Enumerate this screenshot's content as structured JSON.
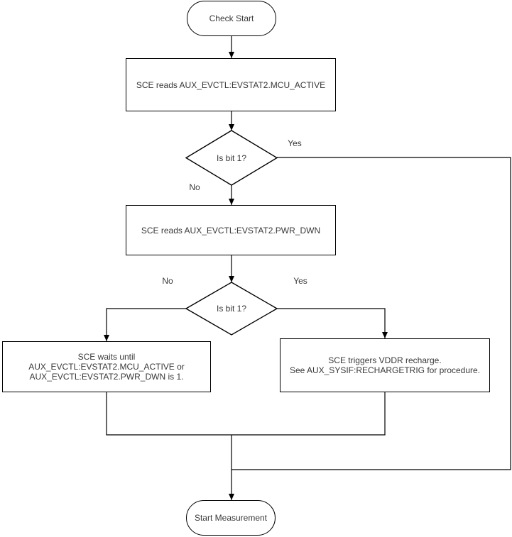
{
  "diagram": {
    "nodes": {
      "start": {
        "label": "Check Start"
      },
      "read_mcu_active": {
        "label": "SCE reads AUX_EVCTL:EVSTAT2.MCU_ACTIVE"
      },
      "is_bit1_first": {
        "label": "Is bit 1?"
      },
      "read_pwr_dwn": {
        "label": "SCE reads AUX_EVCTL:EVSTAT2.PWR_DWN"
      },
      "is_bit1_second": {
        "label": "Is bit 1?"
      },
      "wait": {
        "label": "SCE waits until\nAUX_EVCTL:EVSTAT2.MCU_ACTIVE or\nAUX_EVCTL:EVSTAT2.PWR_DWN is 1."
      },
      "recharge": {
        "label": "SCE triggers VDDR recharge.\nSee AUX_SYSIF:RECHARGETRIG for procedure."
      },
      "end": {
        "label": "Start Measurement"
      }
    },
    "edge_labels": {
      "yes_first": "Yes",
      "no_first": "No",
      "no_second": "No",
      "yes_second": "Yes"
    },
    "colors": {
      "line": "#000000",
      "text": "#383838",
      "background": "#ffffff"
    }
  }
}
